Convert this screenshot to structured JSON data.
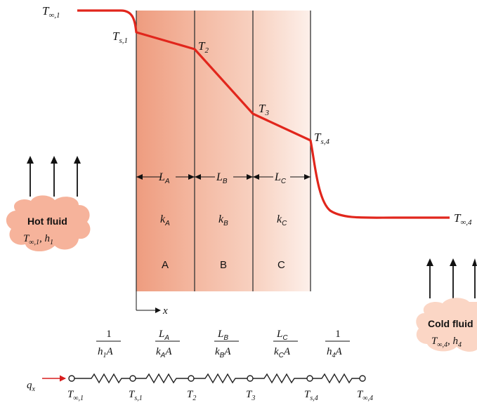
{
  "colors": {
    "temperature_line": "#e1261c",
    "wall_fill_A": "#f0a488",
    "wall_fill_C": "#fbe6dc",
    "hot_cloud": "#f6b39b",
    "cold_cloud": "#fbd6c5",
    "resistor": "#222222",
    "arrow_red": "#d81e1e"
  },
  "layers": [
    {
      "letter": "A",
      "length_sym": "L",
      "length_sub": "A",
      "cond_sym": "k",
      "cond_sub": "A"
    },
    {
      "letter": "B",
      "length_sym": "L",
      "length_sub": "B",
      "cond_sym": "k",
      "cond_sub": "B"
    },
    {
      "letter": "C",
      "length_sym": "L",
      "length_sub": "C",
      "cond_sym": "k",
      "cond_sub": "C"
    }
  ],
  "temperature_labels": {
    "t_inf1": {
      "sym": "T",
      "sub": "∞,1"
    },
    "ts1": {
      "sym": "T",
      "sub": "s,1"
    },
    "t2": {
      "sym": "T",
      "sub": "2"
    },
    "t3": {
      "sym": "T",
      "sub": "3"
    },
    "ts4": {
      "sym": "T",
      "sub": "s,4"
    },
    "t_inf4": {
      "sym": "T",
      "sub": "∞,4"
    }
  },
  "axis_label": "x",
  "hot_fluid": {
    "title": "Hot fluid",
    "sym1": "T",
    "sub1": "∞,1",
    "sym2": "h",
    "sub2": "1"
  },
  "cold_fluid": {
    "title": "Cold fluid",
    "sym1": "T",
    "sub1": "∞,4",
    "sym2": "h",
    "sub2": "4"
  },
  "resistances": [
    {
      "num": "1",
      "den_a": "h",
      "den_a_sub": "1",
      "den_b": "A"
    },
    {
      "num": "L",
      "num_sub": "A",
      "den_a": "k",
      "den_a_sub": "A",
      "den_b": "A"
    },
    {
      "num": "L",
      "num_sub": "B",
      "den_a": "k",
      "den_a_sub": "B",
      "den_b": "A"
    },
    {
      "num": "L",
      "num_sub": "C",
      "den_a": "k",
      "den_a_sub": "C",
      "den_b": "A"
    },
    {
      "num": "1",
      "den_a": "h",
      "den_a_sub": "4",
      "den_b": "A"
    }
  ],
  "circuit_nodes": [
    {
      "sym": "T",
      "sub": "∞,1"
    },
    {
      "sym": "T",
      "sub": "s,1"
    },
    {
      "sym": "T",
      "sub": "2"
    },
    {
      "sym": "T",
      "sub": "3"
    },
    {
      "sym": "T",
      "sub": "s,4"
    },
    {
      "sym": "T",
      "sub": "∞,4"
    }
  ],
  "heat_flow": {
    "sym": "q",
    "sub": "x"
  }
}
